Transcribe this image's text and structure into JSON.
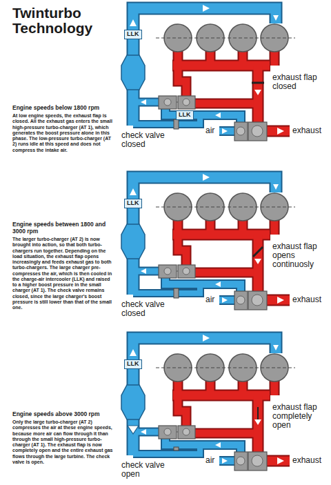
{
  "diagram": {
    "title": "Twinturbo Technology",
    "nodes": [
      {
        "text": [
          "LLK"
        ]
      },
      {
        "text": [
          "LLK"
        ]
      },
      {
        "text": [
          "LLK"
        ]
      },
      {
        "text": [
          "LLK"
        ]
      }
    ],
    "labels": [
      "Engine speeds below 1800 rpm",
      "At low engine speeds, the exhaust flap is closed. All the exhaust gas enters the small high-pressure turbo-charger (AT 1), which generates the boost pressure alone in this phase. The low-pressure turbo-charger (AT 2) runs idle at this speed and does not compress the intake air.",
      "exhaust flap closed",
      "check valve closed",
      "air",
      "exhaust",
      "Engine speeds between 1800 and 3000 rpm",
      "The larger turbo-charger (AT 2) is now brought into action, so that both turbo-chargers run together. Depending on the load situation, the exhaust flap opens increasingly and feeds exhaust gas to both turbo-chargers. The large charger pre-compresses the air, which is then cooled in the charge-air intercooler (LLK) and raised to a higher boost pressure in the small charger (AT 1). The check valve remains closed, since the large charger's boost pressure is still lower than that of the small one.",
      "exhaust flap opens continuosly",
      "check valve closed",
      "air",
      "exhaust",
      "Engine speeds above 3000 rpm",
      "Only the large turbo-charger (AT 2) compresses the air at these engine speeds, because more air can flow through it than through the small high-pressure turbo-charger (AT 1). The exhaust flap is now completely open and the entire exhaust gas flows through the large turbine. The check valve is open.",
      "exhaust flap completely open",
      "check valve open",
      "air",
      "exhaust"
    ]
  }
}
